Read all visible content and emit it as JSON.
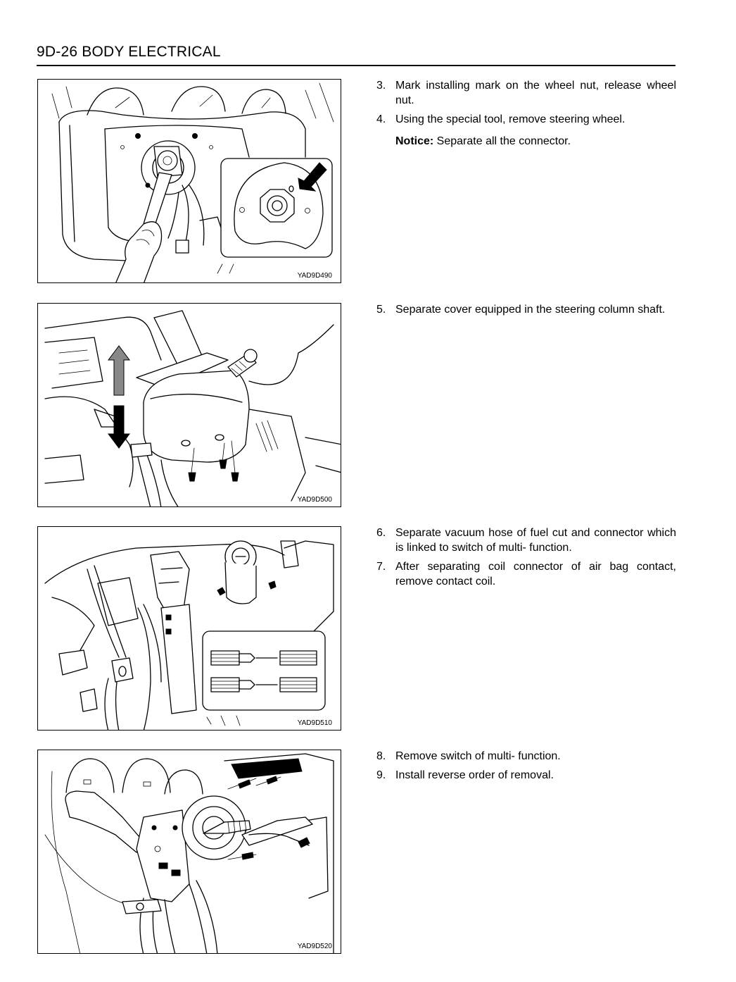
{
  "header": {
    "title": "9D-26  BODY ELECTRICAL"
  },
  "figures": [
    {
      "code": "YAD9D490"
    },
    {
      "code": "YAD9D500"
    },
    {
      "code": "YAD9D510"
    },
    {
      "code": "YAD9D520"
    }
  ],
  "steps": [
    {
      "num": "3.",
      "text": "Mark installing mark on the wheel nut, release wheel nut."
    },
    {
      "num": "4.",
      "text": "Using the special tool, remove steering wheel."
    },
    {
      "notice_label": "Notice:",
      "notice_text": " Separate all the connector."
    },
    {
      "num": "5.",
      "text": "Separate cover equipped in the steering column shaft."
    },
    {
      "num": "6.",
      "text": "Separate vacuum hose of fuel cut and connector which is linked to switch of multi- function."
    },
    {
      "num": "7.",
      "text": "After separating coil connector of air bag contact, remove contact coil."
    },
    {
      "num": "8.",
      "text": "Remove switch of multi- function."
    },
    {
      "num": "9.",
      "text": "Install reverse order of removal."
    }
  ]
}
